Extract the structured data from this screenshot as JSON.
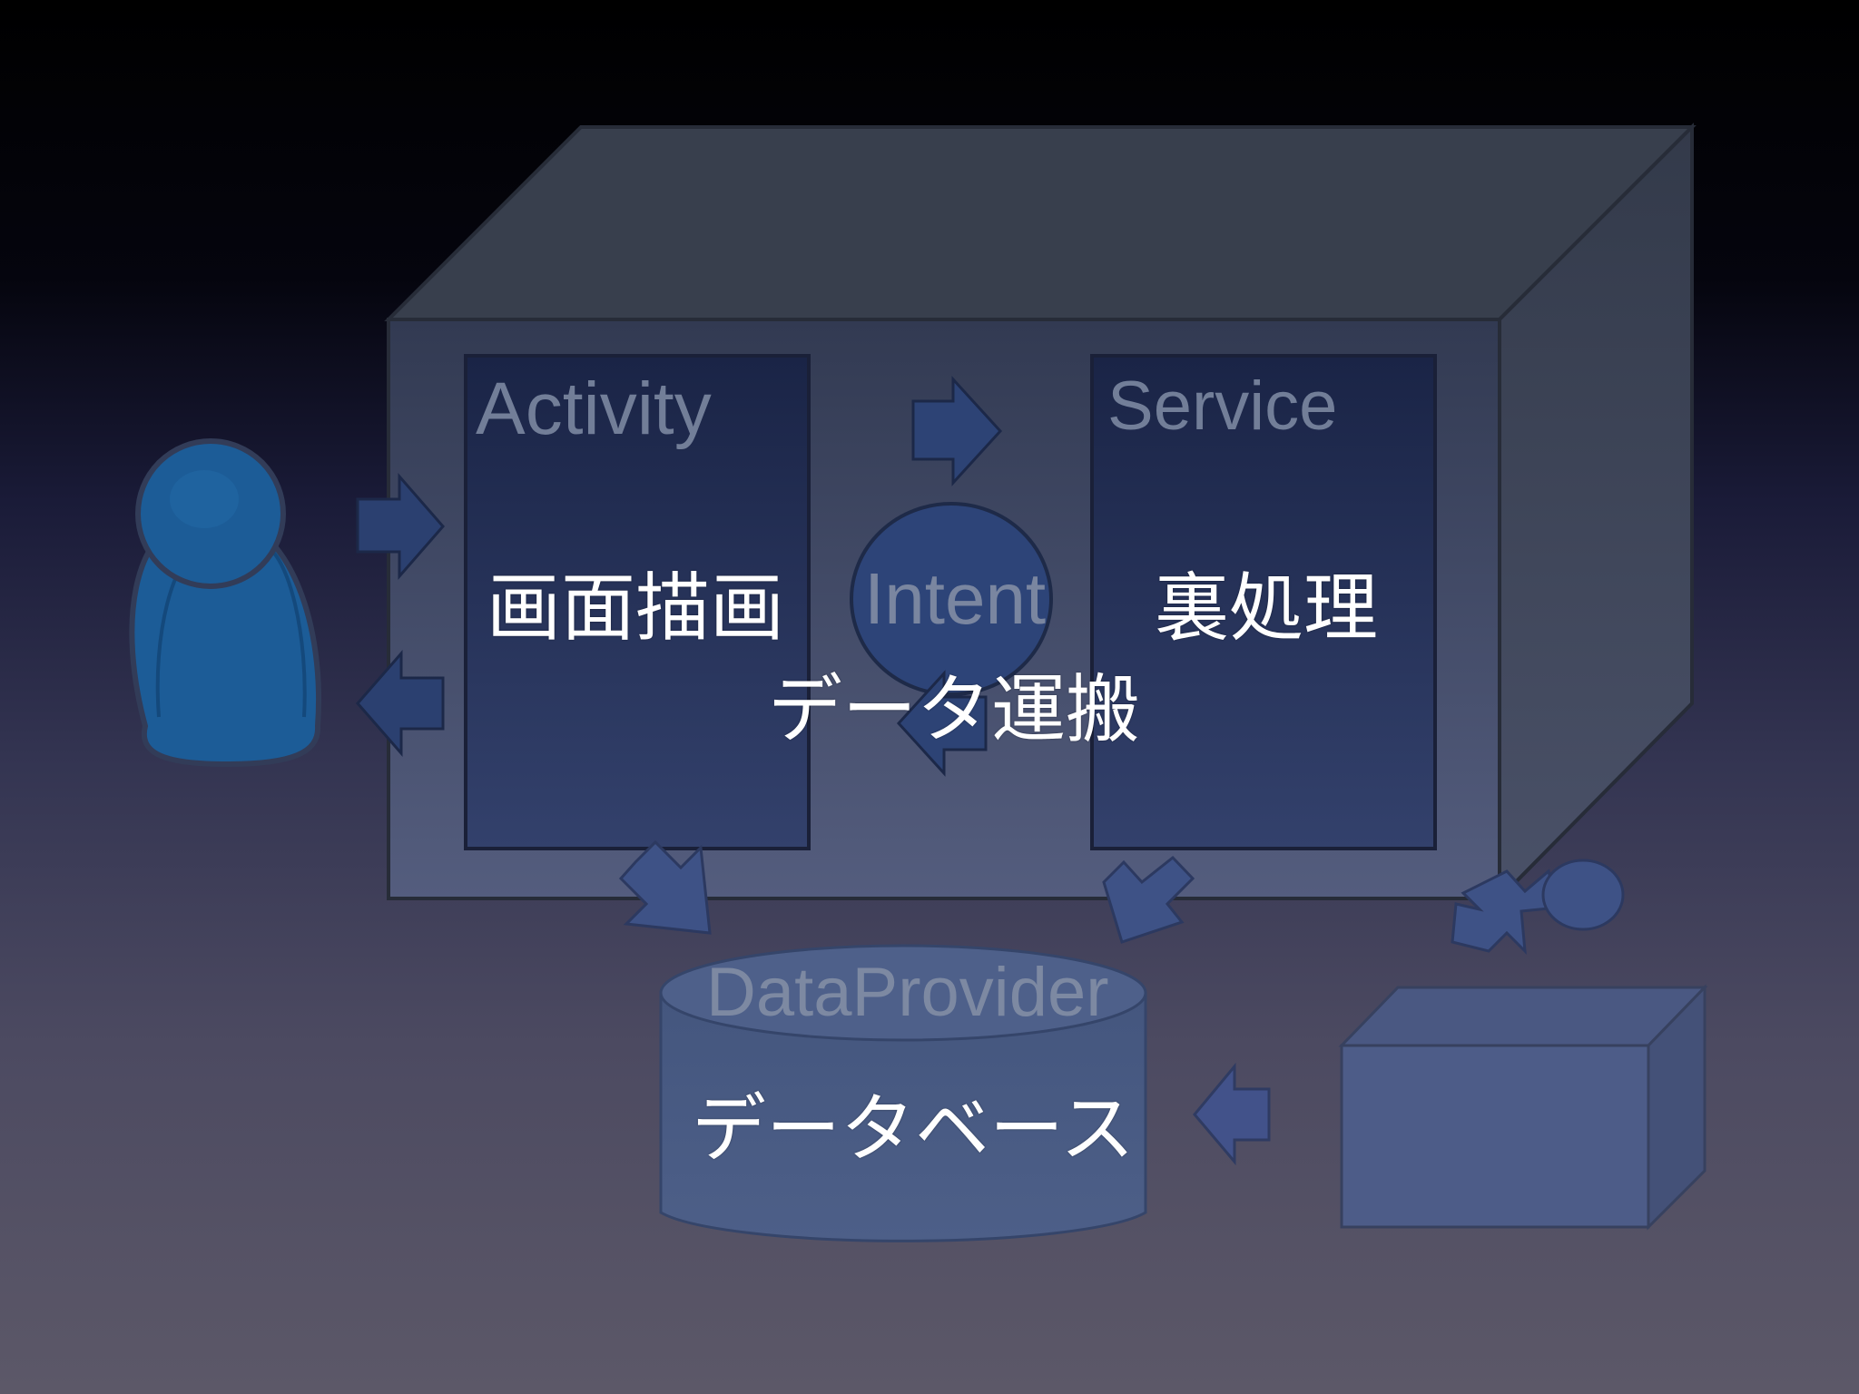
{
  "components": {
    "activity": "Activity",
    "service": "Service",
    "intent": "Intent",
    "data_provider": "DataProvider"
  },
  "overlay": {
    "screen_drawing": "画面描画",
    "background_processing": "裏処理",
    "data_transport": "データ運搬",
    "database": "データベース"
  },
  "colors": {
    "box_face": "#3a4566",
    "box_top": "#384050",
    "box_side": "#3b4358",
    "panel_fill": "#1e2a55",
    "element_blue": "#2f5188",
    "person_blue": "#1c5c97",
    "label_gray": "#7b879b",
    "overlay_text": "#ffffff"
  }
}
